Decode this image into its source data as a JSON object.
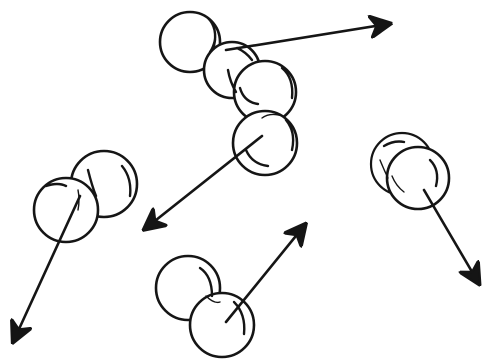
{
  "figure": {
    "molecules": [
      {
        "id": "top",
        "atoms": 4,
        "velocity_icon": "velocity-arrow"
      },
      {
        "id": "left",
        "atoms": 2,
        "velocity_icon": "velocity-arrow"
      },
      {
        "id": "bottom",
        "atoms": 2,
        "velocity_icon": "velocity-arrow"
      },
      {
        "id": "right",
        "atoms": 2,
        "velocity_icon": "velocity-arrow"
      }
    ],
    "colors": {
      "ink": "#151515",
      "paper": "#ffffff"
    }
  }
}
